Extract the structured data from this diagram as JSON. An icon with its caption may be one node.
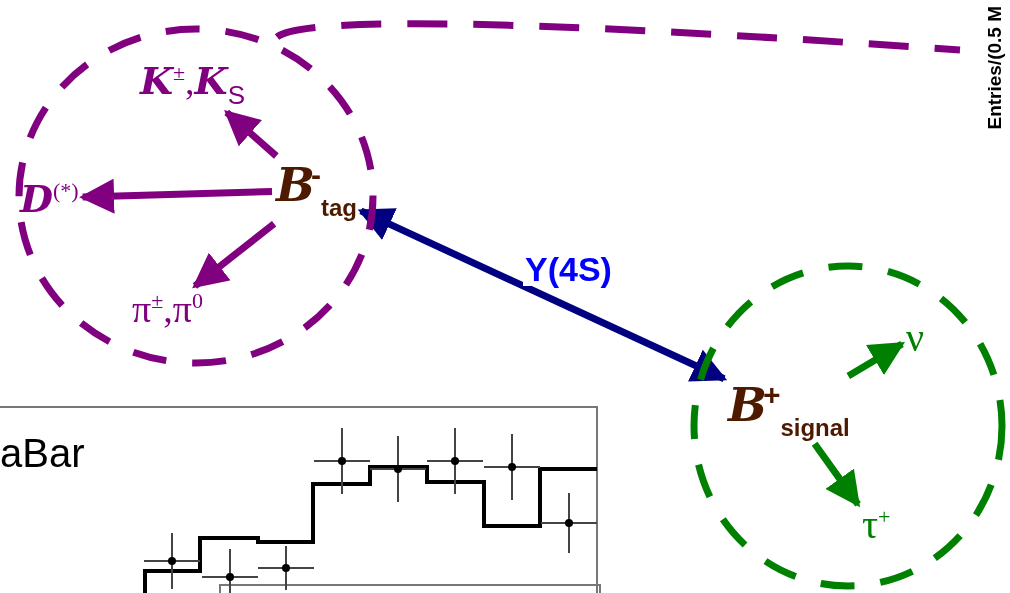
{
  "diagram": {
    "nodes": [
      {
        "text": [],
        "shape": "circle"
      },
      {
        "text": [
          "*B*$^{-}$$_{tag}$"
        ],
        "in": 0
      },
      {
        "text": [
          "*K*$^{±}$,*K*$_{S}$"
        ],
        "in": 0
      },
      {
        "text": [
          "*D*$^{(*)}$"
        ],
        "in": 0
      },
      {
        "text": [
          "π$^{±}$,π$^{0}$"
        ],
        "in": 0
      },
      {
        "text": [],
        "shape": "circle"
      },
      {
        "text": [
          "*B*$^{+}$$_{signal}$"
        ],
        "in": 5
      },
      {
        "text": [
          "ν"
        ],
        "in": 5
      },
      {
        "text": [
          "τ$^{+}$"
        ],
        "in": 5
      }
    ],
    "edges": [
      {
        "from": 1,
        "to": 2,
        "arrow": "to"
      },
      {
        "from": 1,
        "to": 3,
        "arrow": "to"
      },
      {
        "from": 1,
        "to": 4,
        "arrow": "to"
      },
      {
        "from": 1,
        "to": 6,
        "arrow": "both",
        "label": "Y(4S)",
        "color": "#000080"
      },
      {
        "from": 6,
        "to": 7,
        "arrow": "to",
        "color": "#008000"
      },
      {
        "from": 6,
        "to": 8,
        "arrow": "to",
        "color": "#008000"
      },
      {
        "from": 0,
        "to": null,
        "arrow": "none",
        "style": "dashed"
      }
    ],
    "labels": [
      "aBar",
      "Entries/(0.5 M"
    ]
  }
}
